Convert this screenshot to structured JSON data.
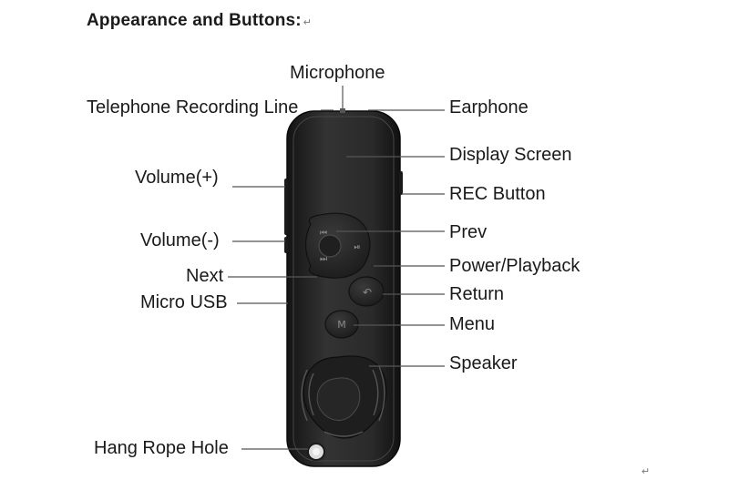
{
  "heading": "Appearance and Buttons:",
  "paragraph_mark": "↵",
  "labels": {
    "microphone": "Microphone",
    "telephone_recording_line": "Telephone Recording Line",
    "earphone": "Earphone",
    "display_screen": "Display Screen",
    "volume_up": "Volume(+)",
    "rec_button": "REC Button",
    "prev": "Prev",
    "volume_down": "Volume(-)",
    "power_playback": "Power/Playback",
    "next": "Next",
    "return": "Return",
    "micro_usb": "Micro USB",
    "menu": "Menu",
    "speaker": "Speaker",
    "hang_rope_hole": "Hang Rope Hole"
  },
  "button_glyphs": {
    "prev": "⏮",
    "power_playback": "⏯",
    "next": "⏭",
    "return": "↶",
    "menu": "M"
  },
  "colors": {
    "device_body": "#2a2a2a",
    "button_fill": "#262626",
    "leader_line": "#555555"
  }
}
